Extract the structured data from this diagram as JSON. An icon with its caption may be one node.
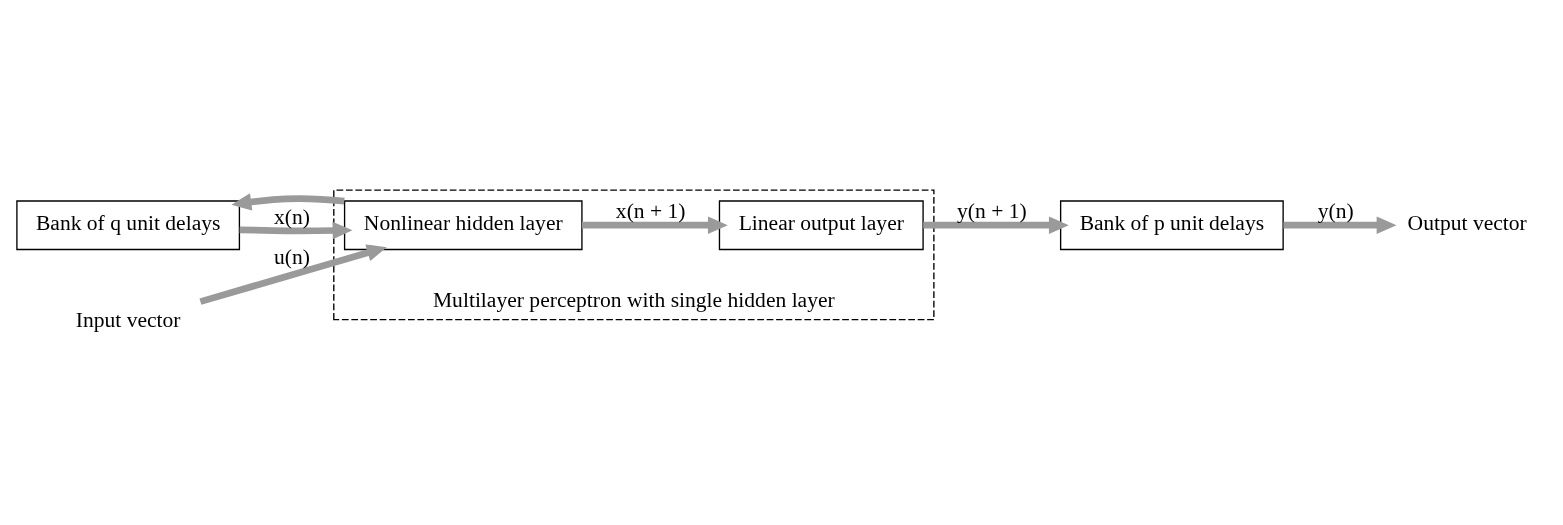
{
  "diagram": {
    "nodes": [
      {
        "text": [
          "Multilayer perceptron with single hidden layer"
        ]
      },
      {
        "text": [
          "Bank of q unit delays"
        ]
      },
      {
        "text": [
          "Nonlinear hidden layer"
        ],
        "in": 0
      },
      {
        "text": [
          "Linear output layer"
        ],
        "in": 0
      },
      {
        "text": [
          "Bank of p unit delays"
        ]
      },
      {
        "text": [
          "Input vector"
        ]
      },
      {
        "text": [
          "Output vector"
        ]
      }
    ],
    "edges": [
      {
        "from": 5,
        "to": 2,
        "arrow": "to",
        "label": "u(n)"
      },
      {
        "from": 1,
        "to": 2,
        "arrow": "to",
        "label": "x(n)"
      },
      {
        "from": 2,
        "to": 3,
        "arrow": "to",
        "label": "x(n + 1)"
      },
      {
        "from": 2,
        "to": 1,
        "arrow": "to"
      },
      {
        "from": 3,
        "to": 4,
        "arrow": "to",
        "label": "y(n + 1)"
      },
      {
        "from": 4,
        "to": 6,
        "arrow": "to",
        "label": "y(n)"
      }
    ]
  }
}
